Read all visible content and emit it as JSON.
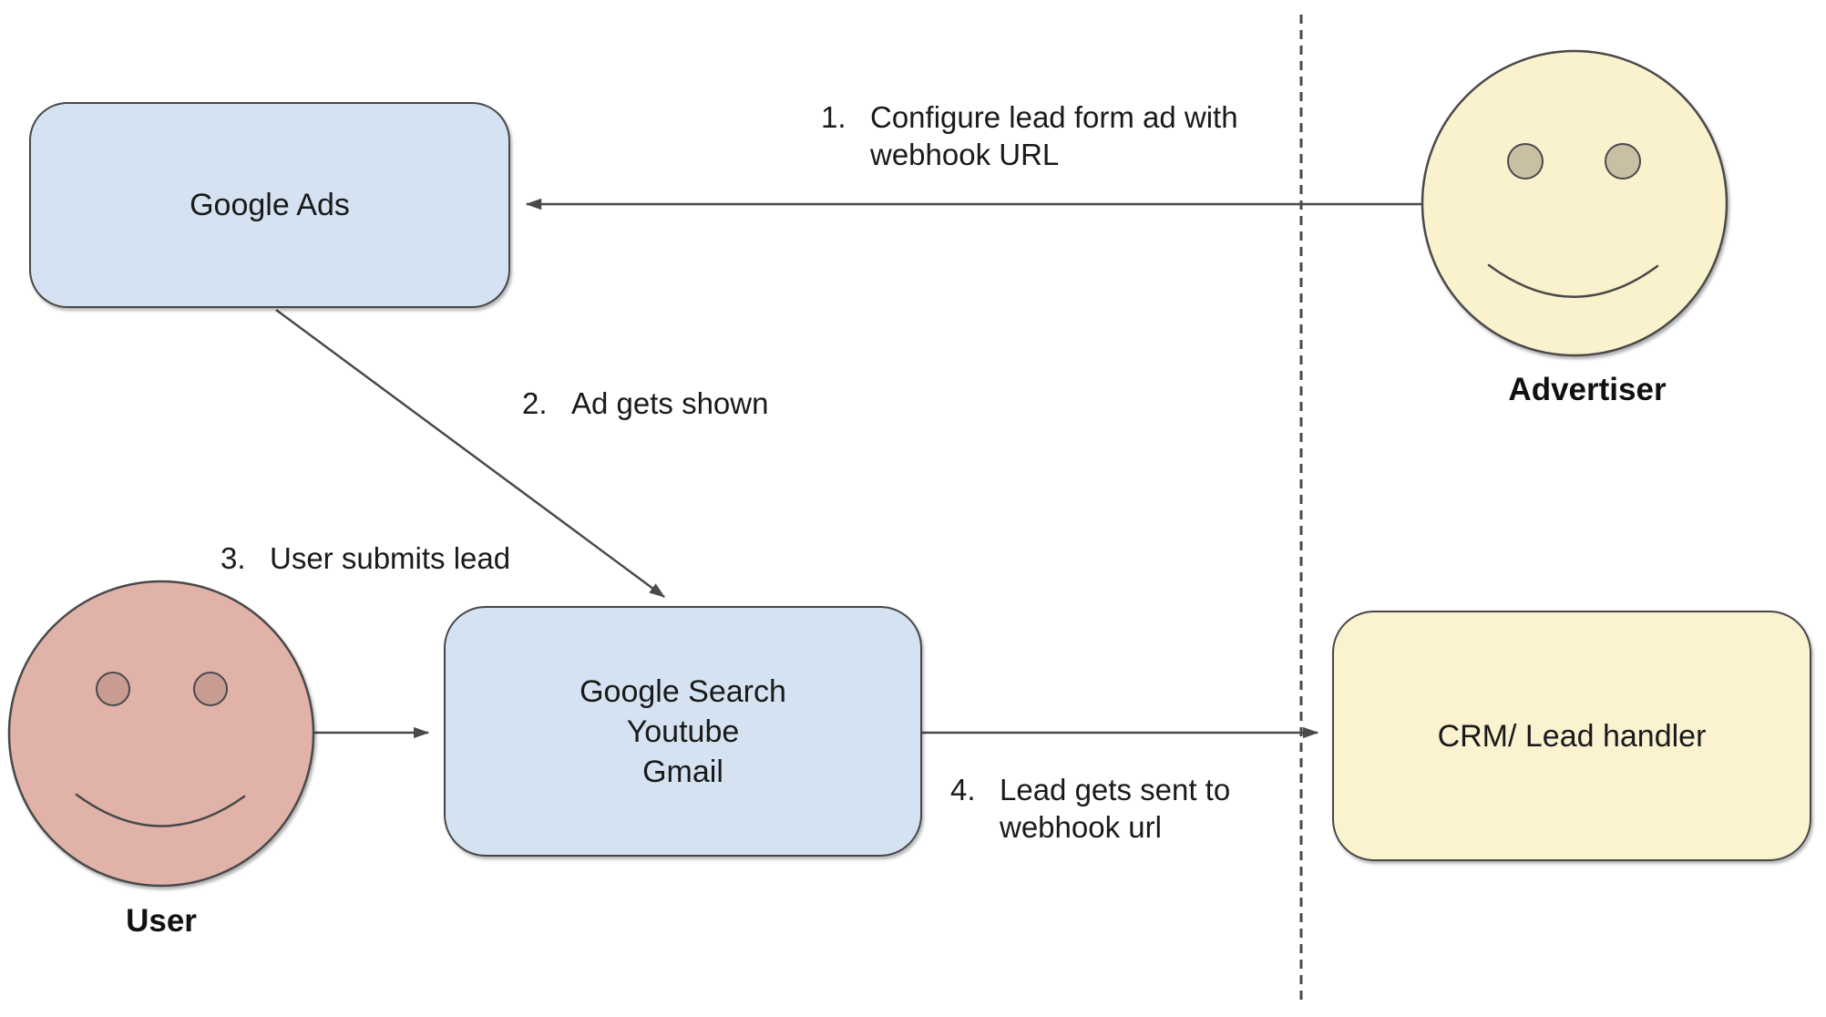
{
  "diagram": {
    "nodes": {
      "google_ads": {
        "label": "Google Ads"
      },
      "google_search": {
        "lines": [
          "Google Search",
          "Youtube",
          "Gmail"
        ]
      },
      "crm": {
        "label": "CRM/ Lead handler"
      },
      "advertiser": {
        "label": "Advertiser"
      },
      "user": {
        "label": "User"
      }
    },
    "steps": [
      {
        "number": "1.",
        "lines": [
          "Configure lead form ad with",
          "webhook URL"
        ]
      },
      {
        "number": "2.",
        "lines": [
          "Ad gets shown"
        ]
      },
      {
        "number": "3.",
        "lines": [
          "User submits lead"
        ]
      },
      {
        "number": "4.",
        "lines": [
          "Lead gets sent to",
          "webhook url"
        ]
      }
    ],
    "colors": {
      "node_blue": "#d4e2f1",
      "node_yellow": "#fbf2d0",
      "face_yellow": "#faf1cd",
      "face_pink": "#e0b2a8",
      "eye_yellow": "#c9c0a4",
      "eye_pink": "#c89c93",
      "stroke": "#4a4a4a",
      "text": "#1a1a1a"
    }
  }
}
